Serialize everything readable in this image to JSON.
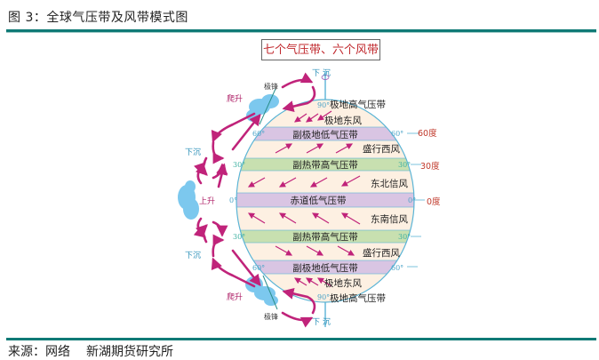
{
  "figure": {
    "title": "图 3：全球气压带及风带模式图",
    "source_label": "来源：网络",
    "source_org": "新湖期货研究所",
    "accent_color": "#0f7a76"
  },
  "diagram": {
    "banner": "七个气压带、六个风带",
    "banner_color": "#c0282d",
    "pressure_belts": [
      {
        "label": "极地高气压带",
        "position": "north-pole",
        "lat": "90°"
      },
      {
        "label": "副极地低气压带",
        "position": "north-60",
        "lat": "60°",
        "color": "#d9c5e3"
      },
      {
        "label": "副热带高气压带",
        "position": "north-30",
        "lat": "30°",
        "color": "#c8e0b0"
      },
      {
        "label": "赤道低气压带",
        "position": "equator",
        "lat": "0°",
        "color": "#d9c5e3"
      },
      {
        "label": "副热带高气压带",
        "position": "south-30",
        "lat": "30°",
        "color": "#c8e0b0"
      },
      {
        "label": "副极地低气压带",
        "position": "south-60",
        "lat": "60°",
        "color": "#d9c5e3"
      },
      {
        "label": "极地高气压带",
        "position": "south-pole",
        "lat": "90°"
      }
    ],
    "wind_belts": [
      {
        "label": "极地东风",
        "hemisphere": "north"
      },
      {
        "label": "盛行西风",
        "hemisphere": "north"
      },
      {
        "label": "东北信风",
        "hemisphere": "north"
      },
      {
        "label": "东南信风",
        "hemisphere": "south"
      },
      {
        "label": "盛行西风",
        "hemisphere": "south"
      },
      {
        "label": "极地东风",
        "hemisphere": "south"
      }
    ],
    "latitude_labels": [
      "60度",
      "30度",
      "0度"
    ],
    "inner_degrees": {
      "d90": "90°",
      "d60": "60°",
      "d30": "30°",
      "d0": "0°"
    },
    "flow_labels": {
      "sink": "下沉",
      "sink_pole": "下 沉",
      "rise": "上升",
      "climb": "爬升",
      "polar_front": "极锋"
    },
    "colors": {
      "globe_fill": "#fdf0e2",
      "globe_outline": "#5ab4d6",
      "arrow": "#c0237a",
      "cloud": "#7cc8ee"
    }
  }
}
